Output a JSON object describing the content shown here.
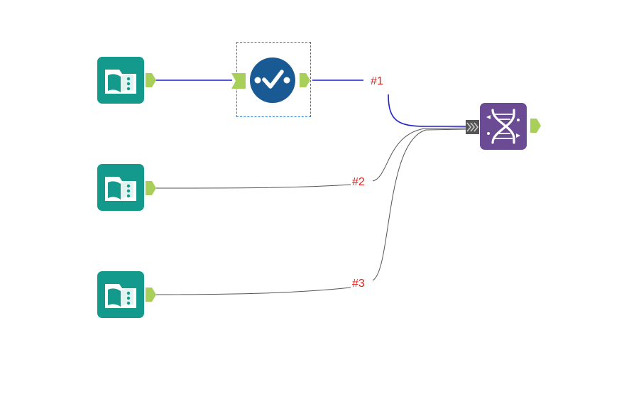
{
  "canvas": {
    "background": "#ffffff"
  },
  "colors": {
    "input_tool": "#149a8c",
    "select_tool": "#1a5a94",
    "union_tool": "#6a4b94",
    "anchor": "#a8cf5a",
    "selected_wire": "#1f22c8",
    "wire": "#555555",
    "label": "#e0201c",
    "selection": "#2a7fd4"
  },
  "tools": [
    {
      "id": "input-1",
      "kind": "input-data",
      "icon": "book-icon"
    },
    {
      "id": "select-1",
      "kind": "select",
      "icon": "check-icon",
      "selected": true
    },
    {
      "id": "input-2",
      "kind": "input-data",
      "icon": "book-icon"
    },
    {
      "id": "input-3",
      "kind": "input-data",
      "icon": "book-icon"
    },
    {
      "id": "union-1",
      "kind": "union",
      "icon": "dna-icon"
    }
  ],
  "connections": [
    {
      "label": "#1",
      "from": "select-1",
      "to": "union-1"
    },
    {
      "label": "#2",
      "from": "input-2",
      "to": "union-1"
    },
    {
      "label": "#3",
      "from": "input-3",
      "to": "union-1"
    }
  ]
}
